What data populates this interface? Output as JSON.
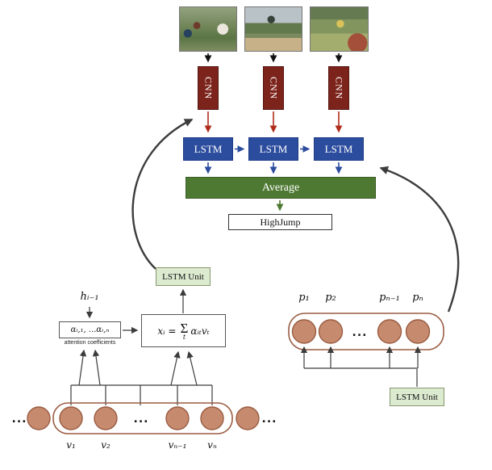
{
  "top": {
    "frames": [
      "video-frame-1",
      "video-frame-2",
      "video-frame-3"
    ],
    "cnn_label": "CNN",
    "lstm_label": "LSTM",
    "average_label": "Average",
    "class_label": "HighJump"
  },
  "attention": {
    "lstm_unit_label": "LSTM Unit",
    "hidden_label": "hᵢ₋₁",
    "alpha_label": "αᵢ,₁, ...αᵢ,ₙ",
    "alpha_caption": "attention coefficients",
    "sum_prefix": "xᵢ =",
    "sum_sigma": "Σ",
    "sum_sigma_sub": "t",
    "sum_suffix": "αᵢₜvₜ",
    "v_labels": [
      "v₁",
      "v₂",
      "vₙ₋₁",
      "vₙ"
    ],
    "dots": "..."
  },
  "pooling": {
    "lstm_unit_label": "LSTM Unit",
    "p_labels": [
      "p₁",
      "p₂",
      "pₙ₋₁",
      "pₙ"
    ],
    "dots": "..."
  },
  "colors": {
    "cnn-fill": "#7c241c",
    "cnn-border": "#55140e",
    "lstm-fill": "#2c4d9e",
    "lstm-border": "#1d3c85",
    "average-fill": "#4e7932",
    "average-border": "#3a5c24",
    "unit-fill": "#dcead0",
    "unit-border": "#87986d",
    "circle-fill": "#c68a6e",
    "circle-border": "#9a5c42",
    "arrow-red": "#b02c1a",
    "arrow-blue": "#2c4d9e",
    "arrow-green": "#4e7932",
    "arrow-dark": "#3c3c3c",
    "arrow-black": "#111111"
  }
}
